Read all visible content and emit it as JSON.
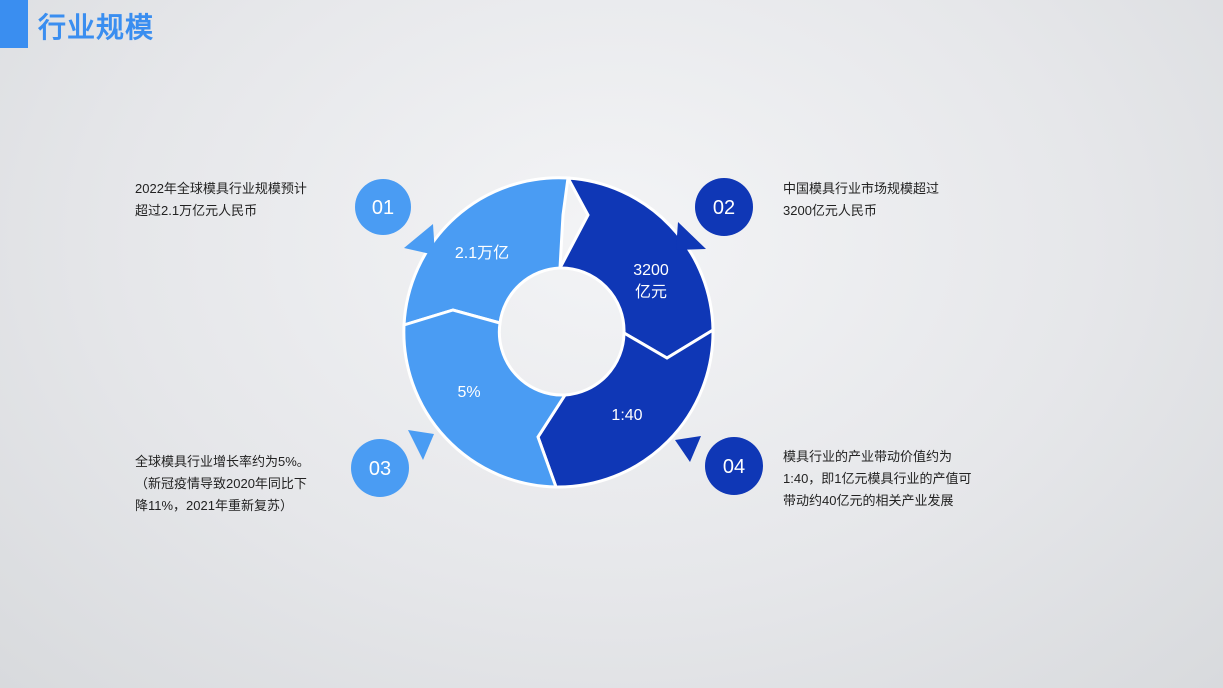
{
  "page": {
    "title": "行业规模"
  },
  "colors": {
    "light_blue": "#4a9cf3",
    "dark_blue": "#0f37b6",
    "title_blue": "#3a8ef0"
  },
  "segments": [
    {
      "badge": "01",
      "value_lines": [
        "2.1万亿"
      ],
      "color": "#4a9cf3",
      "desc": [
        "2022年全球模具行业规模预计",
        "超过2.1万亿元人民币"
      ]
    },
    {
      "badge": "02",
      "value_lines": [
        "3200",
        "亿元"
      ],
      "color": "#0f37b6",
      "desc": [
        "中国模具行业市场规模超过",
        "3200亿元人民币"
      ]
    },
    {
      "badge": "03",
      "value_lines": [
        "5%"
      ],
      "color": "#4a9cf3",
      "desc": [
        "全球模具行业增长率约为5%。",
        "（新冠疫情导致2020年同比下",
        "降11%，2021年重新复苏）"
      ]
    },
    {
      "badge": "04",
      "value_lines": [
        "1:40"
      ],
      "color": "#0f37b6",
      "desc": [
        "模具行业的产业带动价值约为",
        "1:40，即1亿元模具行业的产值可",
        "带动约40亿元的相关产业发展"
      ]
    }
  ]
}
